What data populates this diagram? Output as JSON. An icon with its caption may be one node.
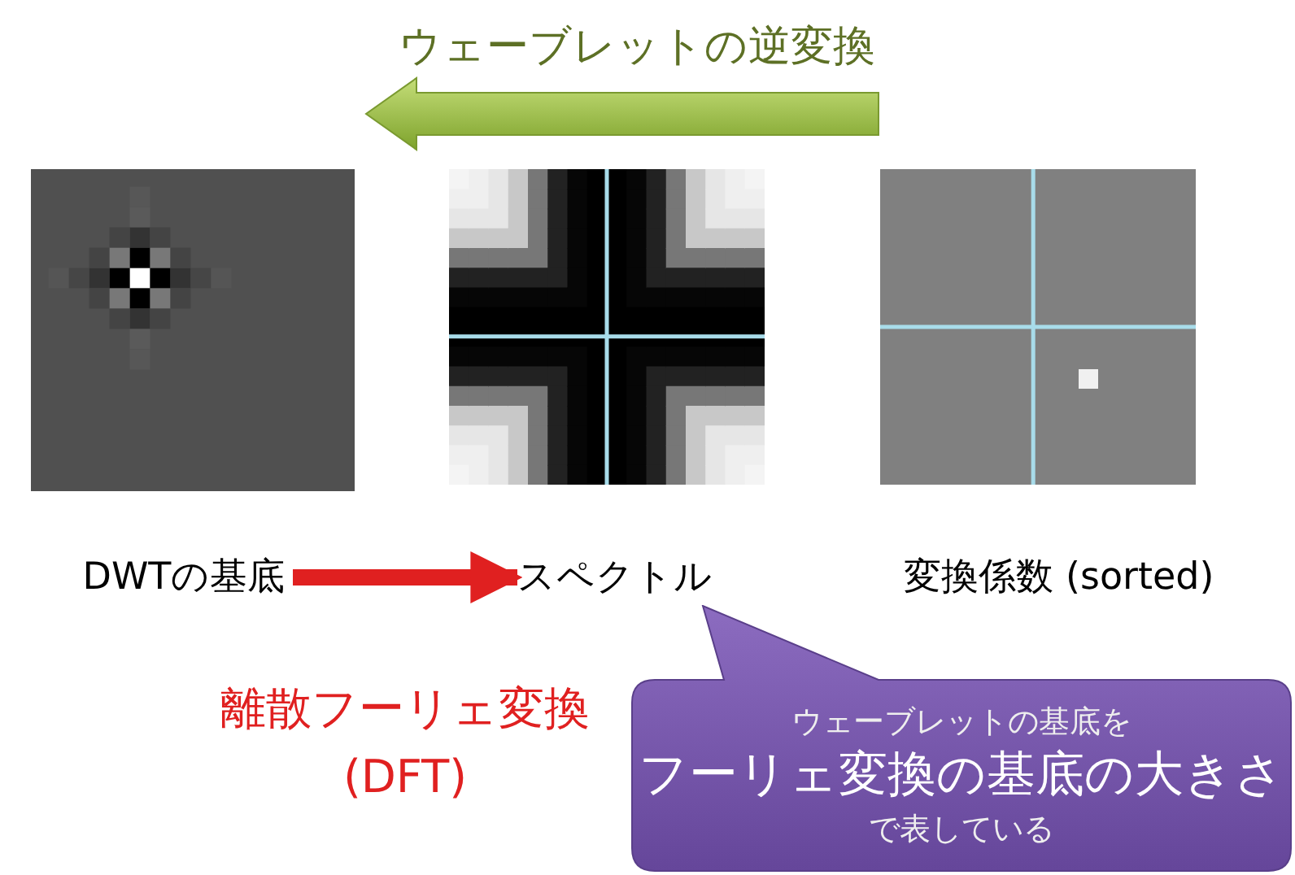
{
  "diagram": {
    "nodes": [
      {
        "text": [],
        "shape": "picture"
      },
      {
        "text": [],
        "shape": "picture"
      },
      {
        "text": [],
        "shape": "picture"
      },
      {
        "text": [
          "DWTの基底"
        ]
      },
      {
        "text": [
          "スペクトル"
        ]
      },
      {
        "text": [
          "変換係数 (sorted)"
        ]
      },
      {
        "text": [
          "ウェーブレットの基底を",
          "フーリェ変換の基底の大きさ",
          "で表している"
        ]
      }
    ],
    "edges": [
      {
        "from": 3,
        "to": 4,
        "arrow": "to",
        "label": "離散フーリェ変換 (DFT)",
        "color": "#e02020"
      }
    ],
    "labels": [
      "ウェーブレットの逆変換"
    ]
  }
}
